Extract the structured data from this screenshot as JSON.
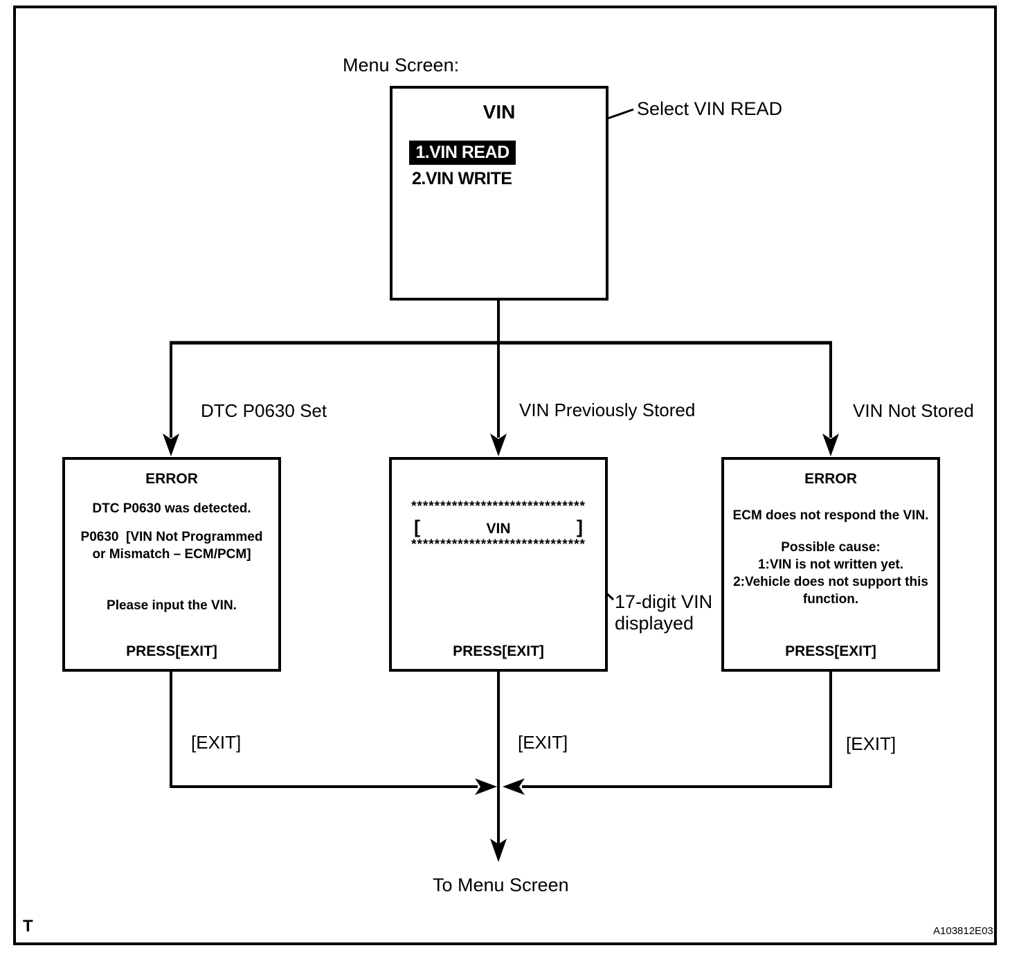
{
  "diagram": {
    "menu_screen_label": "Menu Screen:",
    "select_annotation": "Select VIN READ",
    "to_menu_label": "To Menu Screen",
    "footer_left": "T",
    "footer_right": "A103812E03"
  },
  "menu_box": {
    "title": "VIN",
    "item_read": "1.VIN READ",
    "item_write": "2.VIN WRITE"
  },
  "branch_left": {
    "condition": "DTC P0630 Set",
    "title": "ERROR",
    "lines": [
      "DTC P0630 was detected.",
      "P0630  [VIN Not Programmed",
      "or Mismatch – ECM/PCM]",
      "Please input the VIN."
    ],
    "press": "PRESS[EXIT]",
    "exit_label": "[EXIT]"
  },
  "branch_middle": {
    "condition": "VIN Previously Stored",
    "stars_top": "******************************",
    "bracket_open": "[",
    "vin_text": "VIN",
    "bracket_close": "]",
    "stars_bottom": "******************************",
    "press": "PRESS[EXIT]",
    "exit_label": "[EXIT]",
    "vin_annotation_line1": "17-digit VIN",
    "vin_annotation_line2": "displayed"
  },
  "branch_right": {
    "condition": "VIN Not Stored",
    "title": "ERROR",
    "lines": [
      "ECM does not respond the VIN.",
      "Possible cause:",
      "1:VIN is not written yet.",
      "2:Vehicle does not support this",
      "function."
    ],
    "press": "PRESS[EXIT]",
    "exit_label": "[EXIT]"
  }
}
